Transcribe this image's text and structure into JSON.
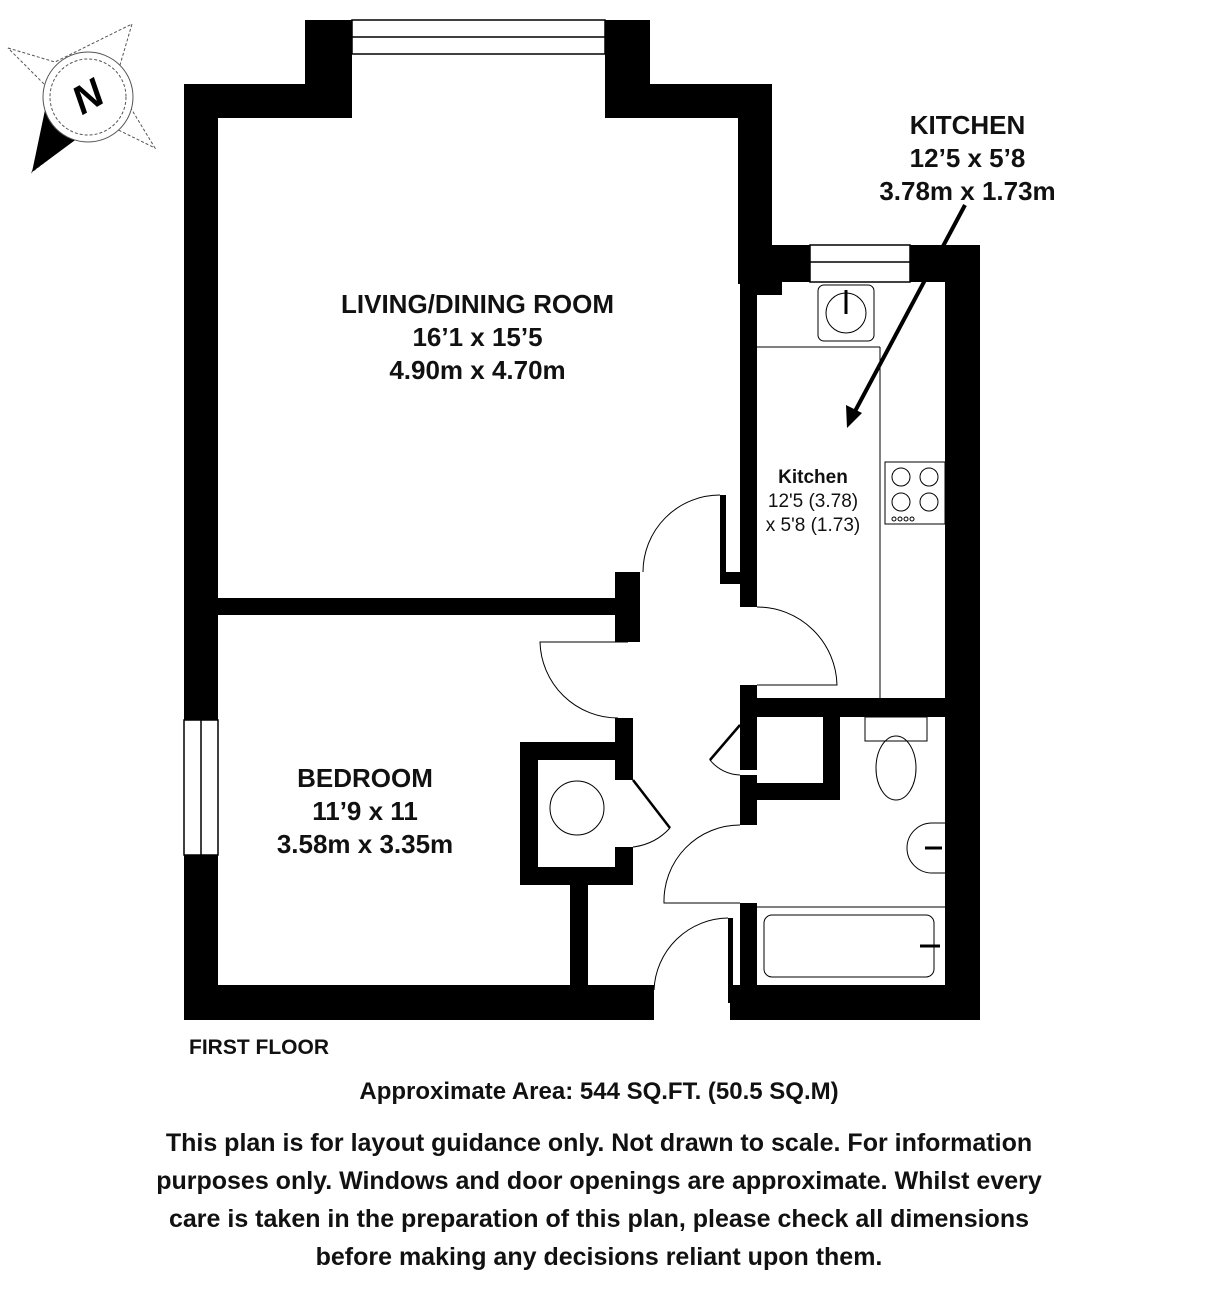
{
  "compass": {
    "letter": "N"
  },
  "rooms": {
    "living": {
      "name": "LIVING/DINING ROOM",
      "imperial": "16’1 x 15’5",
      "metric": "4.90m x 4.70m"
    },
    "bedroom": {
      "name": "BEDROOM",
      "imperial": "11’9 x 11",
      "metric": "3.58m x 3.35m"
    },
    "kitchen": {
      "name": "KITCHEN",
      "imperial": "12’5 x 5’8",
      "metric": "3.78m x 1.73m"
    },
    "kitchen_small": {
      "name": "Kitchen",
      "line1": "12'5 (3.78)",
      "line2": "x 5'8 (1.73)"
    }
  },
  "floor_label": "FIRST FLOOR",
  "area": "Approximate Area: 544 SQ.FT. (50.5 SQ.M)",
  "disclaimer": [
    "This plan is for layout guidance only. Not drawn to scale. For information",
    "purposes only. Windows and door openings are approximate. Whilst every",
    "care is taken in the preparation of this plan, please check all dimensions",
    "before making any decisions reliant upon them."
  ]
}
